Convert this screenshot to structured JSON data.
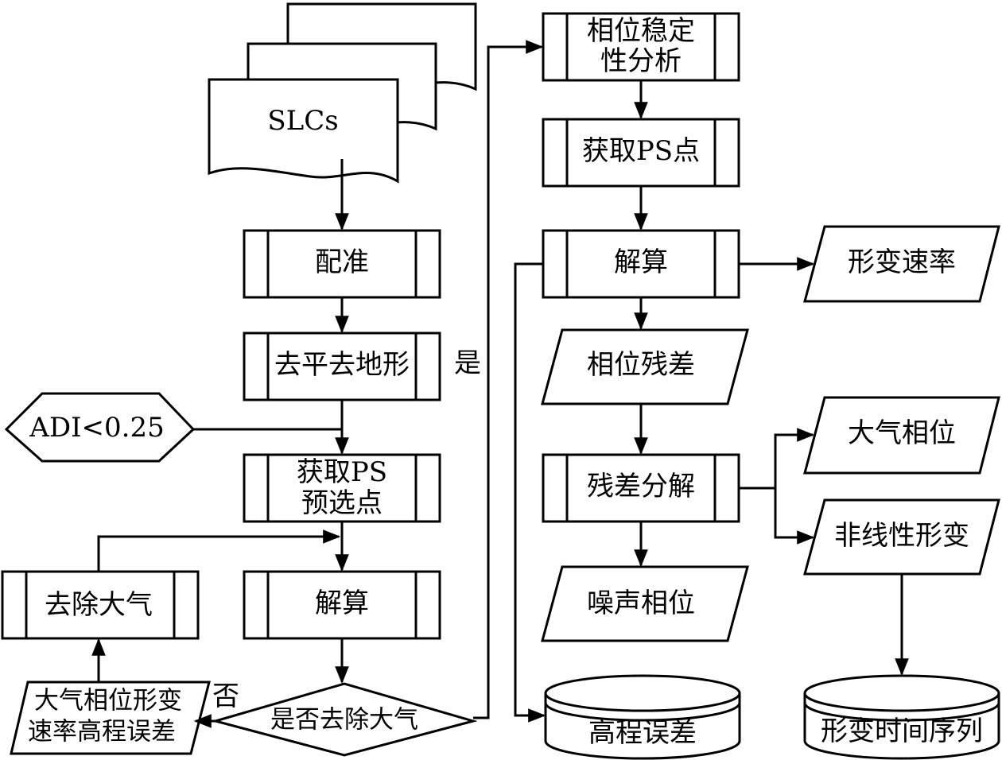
{
  "nodes": {
    "slcs": "SLCs",
    "coreg": "配准",
    "flatten": "去平去地形",
    "adi": "ADI<0.25",
    "ps_pre_1": "获取PS",
    "ps_pre_2": "预选点",
    "solve_left": "解算",
    "remove_atm": "去除大气",
    "atm_params_1": "大气相位形变",
    "atm_params_2": "速率高程误差",
    "decision": "是否去除大气",
    "phase_stab_1": "相位稳定",
    "phase_stab_2": "性分析",
    "get_ps": "获取PS点",
    "solve_right": "解算",
    "def_rate": "形变速率",
    "residual": "相位残差",
    "res_decomp": "残差分解",
    "noise": "噪声相位",
    "height_err": "高程误差",
    "atm_phase": "大气相位",
    "nonlinear": "非线性形变",
    "ts": "形变时间序列"
  },
  "edge_labels": {
    "yes": "是",
    "no": "否"
  }
}
